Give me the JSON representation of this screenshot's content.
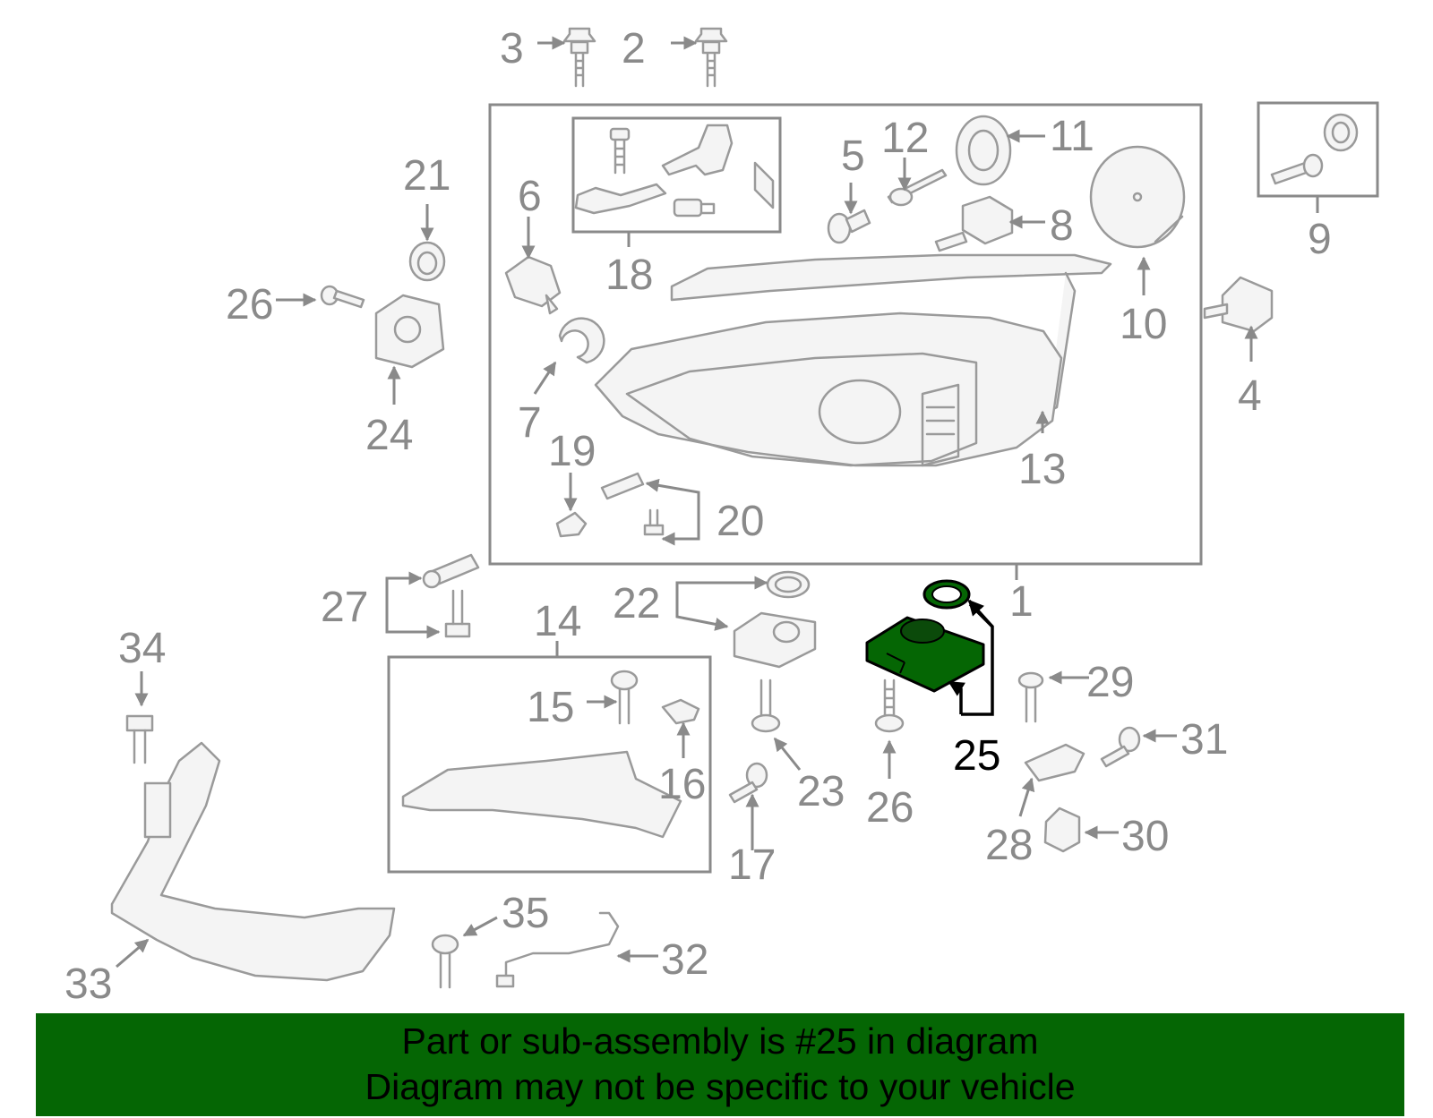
{
  "callouts": [
    "1",
    "2",
    "3",
    "4",
    "5",
    "6",
    "7",
    "8",
    "9",
    "10",
    "11",
    "12",
    "13",
    "14",
    "15",
    "16",
    "17",
    "18",
    "19",
    "20",
    "21",
    "22",
    "23",
    "24",
    "25",
    "26",
    "26",
    "27",
    "28",
    "29",
    "30",
    "31",
    "32",
    "33",
    "34",
    "35"
  ],
  "highlight": {
    "part": "25",
    "color": "#056604"
  },
  "footer": {
    "line1": "Part or sub-assembly is #25 in diagram",
    "line2": "Diagram may not be specific to your vehicle",
    "background": "#056604"
  }
}
